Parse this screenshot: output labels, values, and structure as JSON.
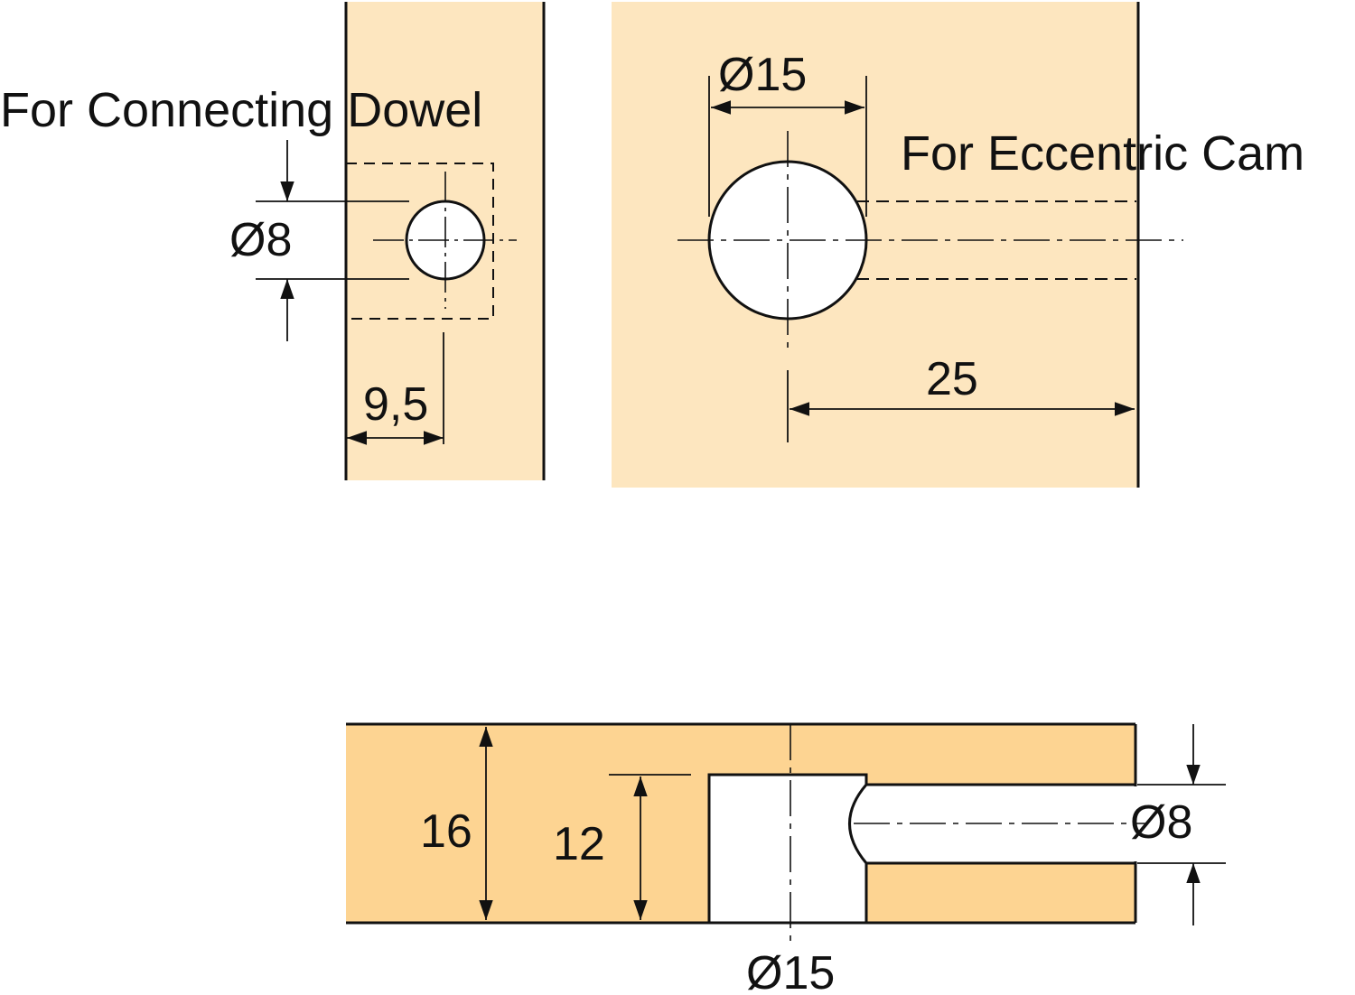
{
  "labels": {
    "connecting_dowel": "For Connecting Dowel",
    "eccentric_cam": "For Eccentric Cam"
  },
  "dimensions": {
    "dowel_hole_diameter": "Ø8",
    "dowel_edge_distance": "9,5",
    "cam_hole_diameter_top": "Ø15",
    "cam_offset": "25",
    "panel_thickness": "16",
    "cam_depth": "12",
    "bore_diameter_side": "Ø8",
    "cam_hole_diameter_bottom": "Ø15"
  },
  "colors": {
    "wood_light": "#fde6bf",
    "wood_side": "#fdd492",
    "line": "#111111",
    "background": "#ffffff"
  }
}
